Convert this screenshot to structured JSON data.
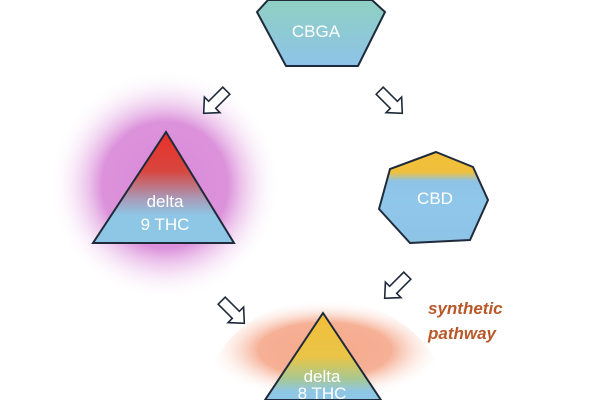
{
  "diagram": {
    "nodes": [
      {
        "id": "cbga",
        "label_lines": [
          "CBGA"
        ],
        "shape": "pentagon"
      },
      {
        "id": "d9thc",
        "label_lines": [
          "delta",
          "9 THC"
        ],
        "shape": "triangle",
        "glow": "#d98ad8"
      },
      {
        "id": "cbd",
        "label_lines": [
          "CBD"
        ],
        "shape": "heptagon"
      },
      {
        "id": "d8thc",
        "label_lines": [
          "delta",
          "8 THC"
        ],
        "shape": "triangle",
        "glow": "#f5a98a"
      }
    ],
    "edges": [
      {
        "from": "cbga",
        "to": "d9thc"
      },
      {
        "from": "cbga",
        "to": "cbd"
      },
      {
        "from": "d9thc",
        "to": "d8thc"
      },
      {
        "from": "cbd",
        "to": "d8thc"
      }
    ],
    "annotation": {
      "lines": [
        "synthetic",
        "pathway"
      ]
    },
    "colors": {
      "blue": "#8ec6e6",
      "teal": "#8fcfc5",
      "red": "#e8352a",
      "yellow": "#f2bf3a",
      "annotation": "#b8582a"
    }
  }
}
